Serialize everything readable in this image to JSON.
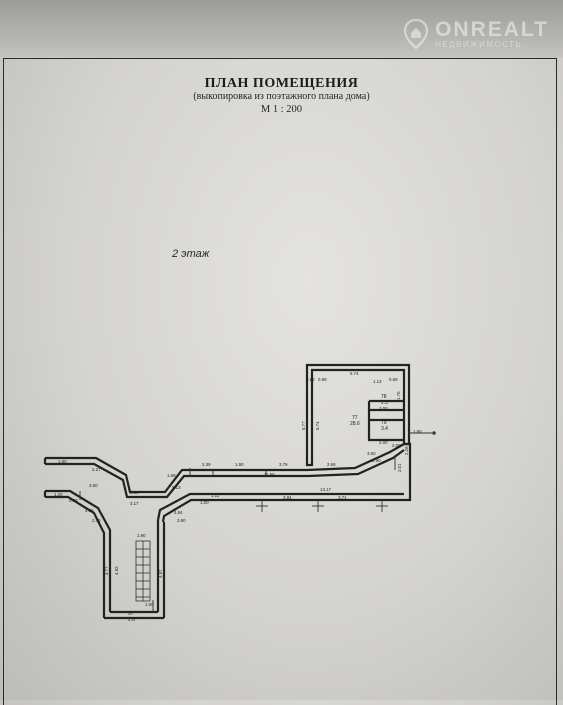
{
  "watermark": {
    "brand": "ONREALT",
    "tagline": "недвижимость"
  },
  "header": {
    "title": "ПЛАН ПОМЕЩЕНИЯ",
    "subtitle": "(выкопировка из поэтажного плана дома)",
    "scale": "М 1 : 200"
  },
  "floor_label": "2 этаж",
  "plan": {
    "rooms": [
      {
        "number": "77",
        "area": "28.6"
      },
      {
        "number": "78",
        "area": "2.5"
      },
      {
        "number": "79",
        "area": "3.4"
      },
      {
        "number": "97",
        "area": "2.8"
      }
    ],
    "dimensions": [
      "5.74",
      "0.88",
      "0.68",
      "1.13",
      "0.69",
      "5.77",
      "5.74",
      "2.00",
      "1.76",
      "2.00",
      "1.90",
      "2.00",
      "2.28",
      "2.01",
      "1.90",
      "2.27",
      "3.00",
      "2.60",
      "3.17",
      "1.69",
      "5.13",
      "2.39",
      "1.90",
      "3.79",
      "11.56",
      "2.69",
      "3.60",
      "2.90",
      "13.17",
      "3.84",
      "3.71",
      "1.11",
      "1.00",
      "4.84",
      "3.90",
      "1.26",
      "0.98",
      "4.65",
      "2.78",
      "4.77",
      "4.92",
      "4.97",
      "1.90",
      "1.00"
    ]
  }
}
